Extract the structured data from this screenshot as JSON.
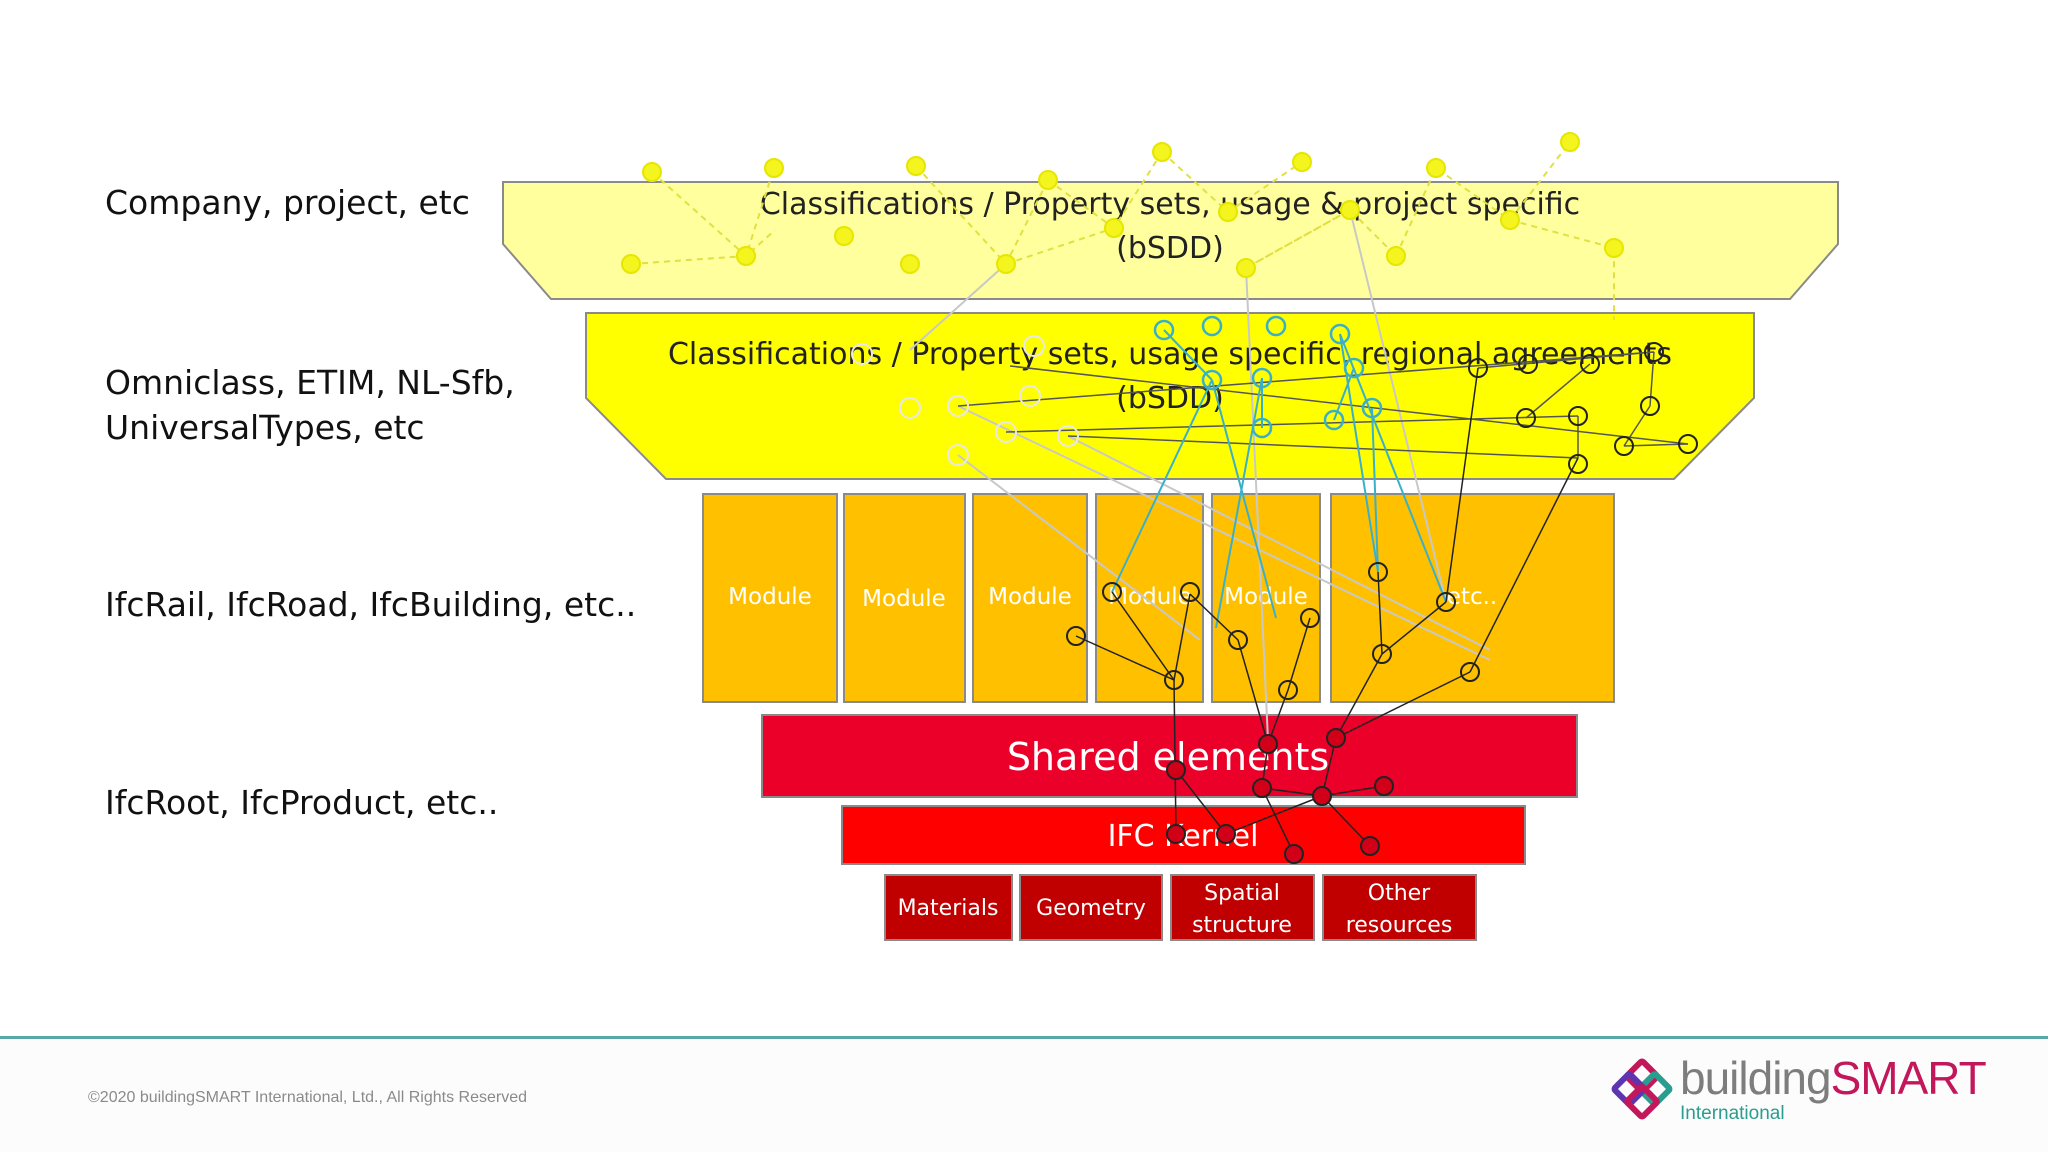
{
  "side_labels": {
    "company": "Company, project, etc",
    "omniclass": "Omniclass, ETIM, NL-Sfb,\nUniversalTypes, etc",
    "ifcrail": "IfcRail, IfcRoad, IfcBuilding, etc..",
    "ifcroot": "IfcRoot, IfcProduct, etc.."
  },
  "layers": {
    "top": {
      "line1": "Classifications / Property sets, usage & project specific",
      "line2": "(bSDD)"
    },
    "second": {
      "line1": "Classifications / Property sets, usage specific, regional agreements",
      "line2": "(bSDD)"
    },
    "modules": [
      "Module",
      "Module",
      "Module",
      "Module",
      "Module",
      "etc.."
    ],
    "shared": "Shared elements",
    "kernel": "IFC Kernel",
    "resources": [
      {
        "line1": "Materials",
        "line2": ""
      },
      {
        "line1": "Geometry",
        "line2": ""
      },
      {
        "line1": "Spatial",
        "line2": "structure"
      },
      {
        "line1": "Other",
        "line2": "resources"
      }
    ]
  },
  "colors": {
    "top_fill": "#ffff9e",
    "second_fill": "#ffff00",
    "module_fill": "#ffc000",
    "shared_fill": "#ea0029",
    "kernel_fill": "#ff0000",
    "resource_fill": "#c00000",
    "yellow_node": "#f2f21a",
    "cyan_line": "#3ab0c8",
    "footer_rule": "#5aa7aa"
  },
  "footer": {
    "copyright": "©2020 buildingSMART International, Ltd., All Rights Reserved",
    "logo_word_1": "building",
    "logo_word_2": "SMART",
    "logo_sub": "International"
  }
}
